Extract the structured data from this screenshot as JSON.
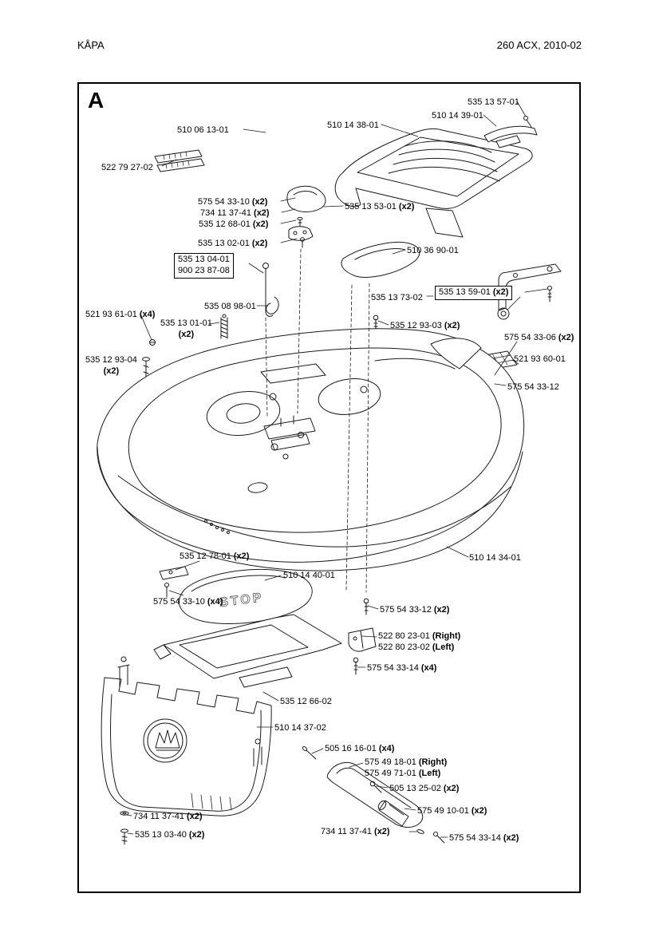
{
  "page": {
    "header_left": "KÅPA",
    "header_right": "260 ACX, 2010-02",
    "section_letter": "A",
    "stop_label": "STOP"
  },
  "colors": {
    "background": "#ffffff",
    "line": "#1a1a1a",
    "text": "#000000"
  },
  "labels": [
    {
      "num": "510 06 13-01",
      "qty": ""
    },
    {
      "num": "522 79 27-02",
      "qty": ""
    },
    {
      "num": "510 14 38-01",
      "qty": ""
    },
    {
      "num": "535 13 57-01",
      "qty": ""
    },
    {
      "num": "510 14 39-01",
      "qty": ""
    },
    {
      "num": "575 54 33-10",
      "qty": "(x2)"
    },
    {
      "num": "734 11 37-41",
      "qty": "(x2)"
    },
    {
      "num": "535 12 68-01",
      "qty": "(x2)"
    },
    {
      "num": "535 13 53-01",
      "qty": "(x2)"
    },
    {
      "num": "535 13 02-01",
      "qty": "(x2)"
    },
    {
      "num": "510 36 90-01",
      "qty": ""
    },
    {
      "num": "535 13 04-01",
      "num2": "900 23 87-08",
      "qty": ""
    },
    {
      "num": "535 08 98-01",
      "qty": ""
    },
    {
      "num": "535 13 73-02",
      "qty": ""
    },
    {
      "num": "535 13 59-01",
      "qty": "(x2)"
    },
    {
      "num": "521 93 61-01",
      "qty": "(x4)"
    },
    {
      "num": "535 13 01-01",
      "qty": "(x2)"
    },
    {
      "num": "535 12 93-03",
      "qty": "(x2)"
    },
    {
      "num": "575 54 33-06",
      "qty": "(x2)"
    },
    {
      "num": "521 93 60-01",
      "qty": ""
    },
    {
      "num": "535 12 93-04",
      "qty": "(x2)"
    },
    {
      "num": "575 54 33-12",
      "qty": ""
    },
    {
      "num": "510 14 34-01",
      "qty": ""
    },
    {
      "num": "535 12 78-01",
      "qty": "(x2)"
    },
    {
      "num": "510 14 40-01",
      "qty": ""
    },
    {
      "num": "575 54 33-10",
      "qty": "(x4)"
    },
    {
      "num": "575 54 33-12",
      "qty": "(x2)"
    },
    {
      "num": "522 80 23-01",
      "qty": "(Right)"
    },
    {
      "num": "522 80 23-02",
      "qty": "(Left)"
    },
    {
      "num": "575 54 33-14",
      "qty": "(x4)"
    },
    {
      "num": "535 12 66-02",
      "qty": ""
    },
    {
      "num": "510 14 37-02",
      "qty": ""
    },
    {
      "num": "505 16 16-01",
      "qty": "(x4)"
    },
    {
      "num": "575 49 18-01",
      "qty": "(Right)"
    },
    {
      "num": "575 49 71-01",
      "qty": "(Left)"
    },
    {
      "num": "505 13 25-02",
      "qty": "(x2)"
    },
    {
      "num": "575 49 10-01",
      "qty": "(x2)"
    },
    {
      "num": "734 11 37-41",
      "qty": "(x2)"
    },
    {
      "num": "535 13 03-40",
      "qty": "(x2)"
    },
    {
      "num": "734 11 37-41",
      "qty": "(x2)"
    },
    {
      "num": "575 54 33-14",
      "qty": "(x2)"
    }
  ]
}
